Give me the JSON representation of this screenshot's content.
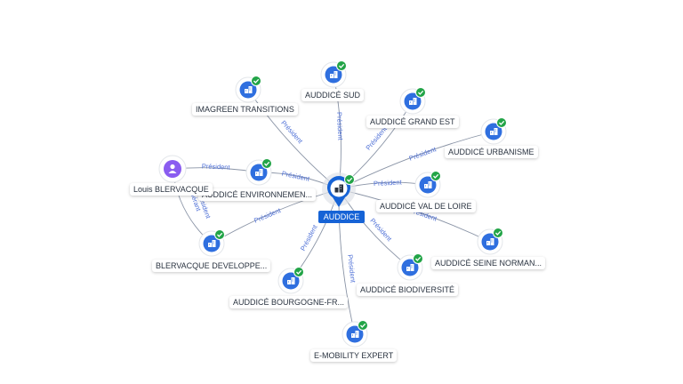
{
  "center": {
    "label": "AUDDICE",
    "icon": "building-icon"
  },
  "person": {
    "label": "Louis BLERVACQUE",
    "icon": "person-icon"
  },
  "companies": [
    {
      "key": "sud",
      "label": "AUDDICÉ SUD",
      "edge": "Président"
    },
    {
      "key": "imagreen",
      "label": "IMAGREEN TRANSITIONS",
      "edge": "Président"
    },
    {
      "key": "grandest",
      "label": "AUDDICÉ GRAND EST",
      "edge": "Président"
    },
    {
      "key": "urbanisme",
      "label": "AUDDICÉ URBANISME",
      "edge": "Président"
    },
    {
      "key": "environnement",
      "label": "AUDDICÉ ENVIRONNEMEN...",
      "edge": "Président"
    },
    {
      "key": "valdeloire",
      "label": "AUDDICÉ VAL DE LOIRE",
      "edge": "Président"
    },
    {
      "key": "blervacque",
      "label": "BLERVACQUE DEVELOPPE...",
      "edge": "Président"
    },
    {
      "key": "seinenorman",
      "label": "AUDDICÉ SEINE NORMAN...",
      "edge": "Président"
    },
    {
      "key": "biodiversite",
      "label": "AUDDICÉ BIODIVERSITÉ",
      "edge": "Président"
    },
    {
      "key": "bourgogne",
      "label": "AUDDICÉ BOURGOGNE-FR...",
      "edge": "Président"
    },
    {
      "key": "emobility",
      "label": "E-MOBILITY EXPERT",
      "edge": "Président"
    }
  ],
  "person_edges": {
    "to_environnement": "Président",
    "to_blervacque_1": "Gérant",
    "to_blervacque_2": "Président"
  },
  "colors": {
    "company": "#2f6fdf",
    "check": "#22a447",
    "person": "#8a5cf0",
    "edge_label": "#4d6fd6",
    "center_label_bg": "#1663d6"
  }
}
